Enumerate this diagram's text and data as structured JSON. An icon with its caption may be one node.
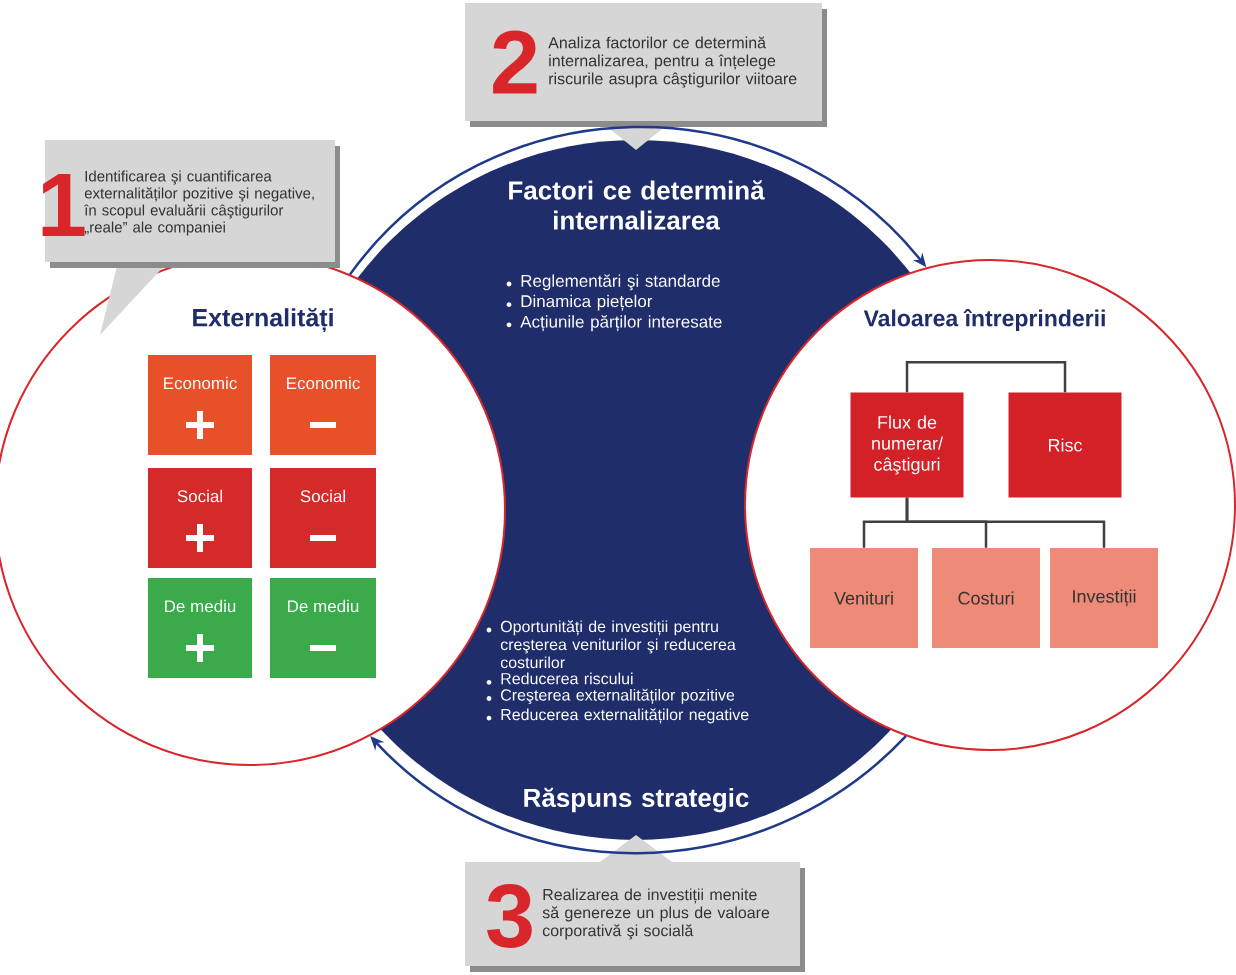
{
  "diagram": {
    "nodes": [
      {
        "text": [
          "Factori ce determină internalizarea",
          "Reglementări şi standarde",
          "Dinamica piețelor",
          "Acțiunile părților interesate",
          "Oportunități de investiții pentru creşterea veniturilor şi reducerea costurilor",
          "Reducerea riscului",
          "Creşterea externalităților pozitive",
          "Reducerea externalităților negative",
          "Răspuns strategic"
        ]
      },
      {
        "text": [
          "Externalități"
        ]
      },
      {
        "text": [
          "Economic"
        ],
        "in": 1
      },
      {
        "text": [
          "Economic"
        ],
        "in": 1
      },
      {
        "text": [
          "Social"
        ],
        "in": 1
      },
      {
        "text": [
          "Social"
        ],
        "in": 1
      },
      {
        "text": [
          "De mediu"
        ],
        "in": 1
      },
      {
        "text": [
          "De mediu"
        ],
        "in": 1
      },
      {
        "text": [
          "Valoarea întreprinderii"
        ]
      },
      {
        "text": [
          "Flux de numerar/ câştiguri"
        ],
        "in": 8
      },
      {
        "text": [
          "Risc"
        ],
        "in": 8
      },
      {
        "text": [
          "Venituri"
        ],
        "in": 8
      },
      {
        "text": [
          "Costuri"
        ],
        "in": 8
      },
      {
        "text": [
          "Investiții"
        ],
        "in": 8
      },
      {
        "text": [
          "1",
          "Identificarea şi cuantificarea externalităților pozitive şi negative, în scopul evaluării câştigurilor „reale” ale companiei"
        ]
      },
      {
        "text": [
          "2",
          "Analiza factorilor ce determină internalizarea, pentru a înțelege riscurile asupra câştigurilor viitoare"
        ]
      },
      {
        "text": [
          "3",
          "Realizarea de investiții menite să genereze un plus de valoare corporativă şi socială"
        ]
      }
    ],
    "edges": [
      {
        "from": 9,
        "to": 10,
        "arrow": "none"
      },
      {
        "from": 9,
        "to": 11,
        "arrow": "none"
      },
      {
        "from": 9,
        "to": 12,
        "arrow": "none"
      },
      {
        "from": 9,
        "to": 13,
        "arrow": "none"
      },
      {
        "from": 1,
        "to": 8,
        "arrow": "to",
        "color": "#1f3a8a"
      },
      {
        "from": 8,
        "to": 1,
        "arrow": "to",
        "color": "#1f3a8a"
      }
    ]
  }
}
